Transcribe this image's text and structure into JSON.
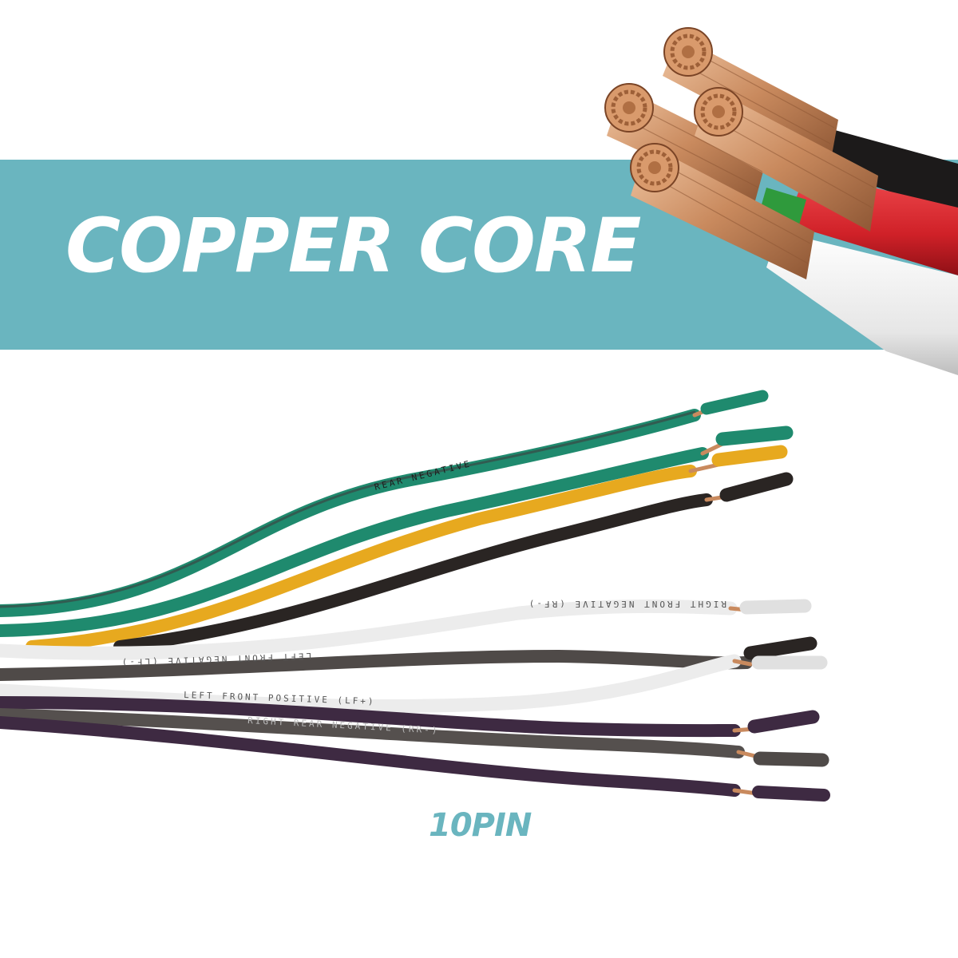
{
  "banner": {
    "title": "COPPER CORE"
  },
  "product": {
    "pin_label": "10PIN"
  },
  "wire_labels": {
    "rear_negative": "REAR NEGATIVE",
    "left_front_negative": "LEFT FRONT NEGATIVE (LF-)",
    "right_front_negative": "RIGHT FRONT NEGATIVE (RF-)",
    "left_front_positive": "LEFT FRONT POSITIVE (LF+)",
    "right_rear_negative": "RIGHT REAR NEGATIVE (RR-)"
  },
  "colors": {
    "banner": "#6ab5bf",
    "banner_text": "#ffffff",
    "pin_label": "#6ab5bf",
    "copper": "#c98a5e",
    "green": "#1f8a6e",
    "yellow": "#e7a91f",
    "black": "#2a2523",
    "white": "#ececec",
    "gray": "#4f4a48",
    "purple": "#3e2a42",
    "red": "#d02128"
  }
}
